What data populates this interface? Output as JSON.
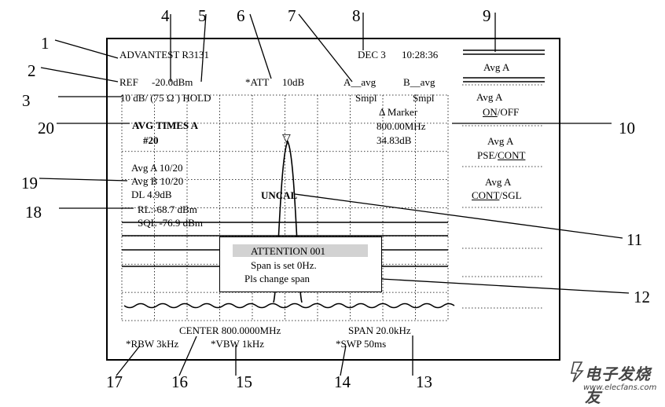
{
  "header": {
    "brand": "ADVANTEST R3131",
    "date": "DEC 3",
    "time": "10:28:36",
    "ref": "REF",
    "ref_value": "-20.0dBm",
    "att": "*ATT",
    "att_value": "10dB",
    "trace_a": "A__avg",
    "trace_b": "B__avg",
    "scale": "10 dB/ (75 Ω ) HOLD",
    "smpl_a": "Smpl",
    "smpl_b": "Smpl"
  },
  "marker": {
    "label": "Δ Marker",
    "freq": "800.00MHz",
    "level": "34.83dB"
  },
  "panel": {
    "avg_times": "AVG TIMES A",
    "avg_count": "#20",
    "avg_a": "Avg A    10/20",
    "avg_b": "Avg B    10/20",
    "dl": "DL 4.9dB",
    "uncal": "UNCAL",
    "rl": "RL:-68.7 dBm",
    "sql": "SQL -76.9 dBm"
  },
  "dialog": {
    "title": "ATTENTION 001",
    "line1": "Span is set 0Hz.",
    "line2": "Pls change span"
  },
  "footer": {
    "center": "CENTER 800.0000MHz",
    "span": "SPAN 20.0kHz",
    "rbw": "*RBW 3kHz",
    "vbw": "*VBW 1kHz",
    "swp": "*SWP 50ms"
  },
  "softkeys": {
    "title": "Avg A",
    "k1_title": "Avg A",
    "k1_on": "ON",
    "k1_rest": "/OFF",
    "k2_title": "Avg A",
    "k2_pse": "PSE/",
    "k2_cont": "CONT",
    "k3_title": "Avg A",
    "k3_cont": "CONT",
    "k3_rest": "/SGL"
  },
  "callouts": [
    "1",
    "2",
    "3",
    "4",
    "5",
    "6",
    "7",
    "8",
    "9",
    "10",
    "11",
    "12",
    "13",
    "14",
    "15",
    "16",
    "17",
    "18",
    "19",
    "20"
  ],
  "watermark": {
    "cn": "电子发烧友",
    "url": "www.elecfans.com"
  }
}
